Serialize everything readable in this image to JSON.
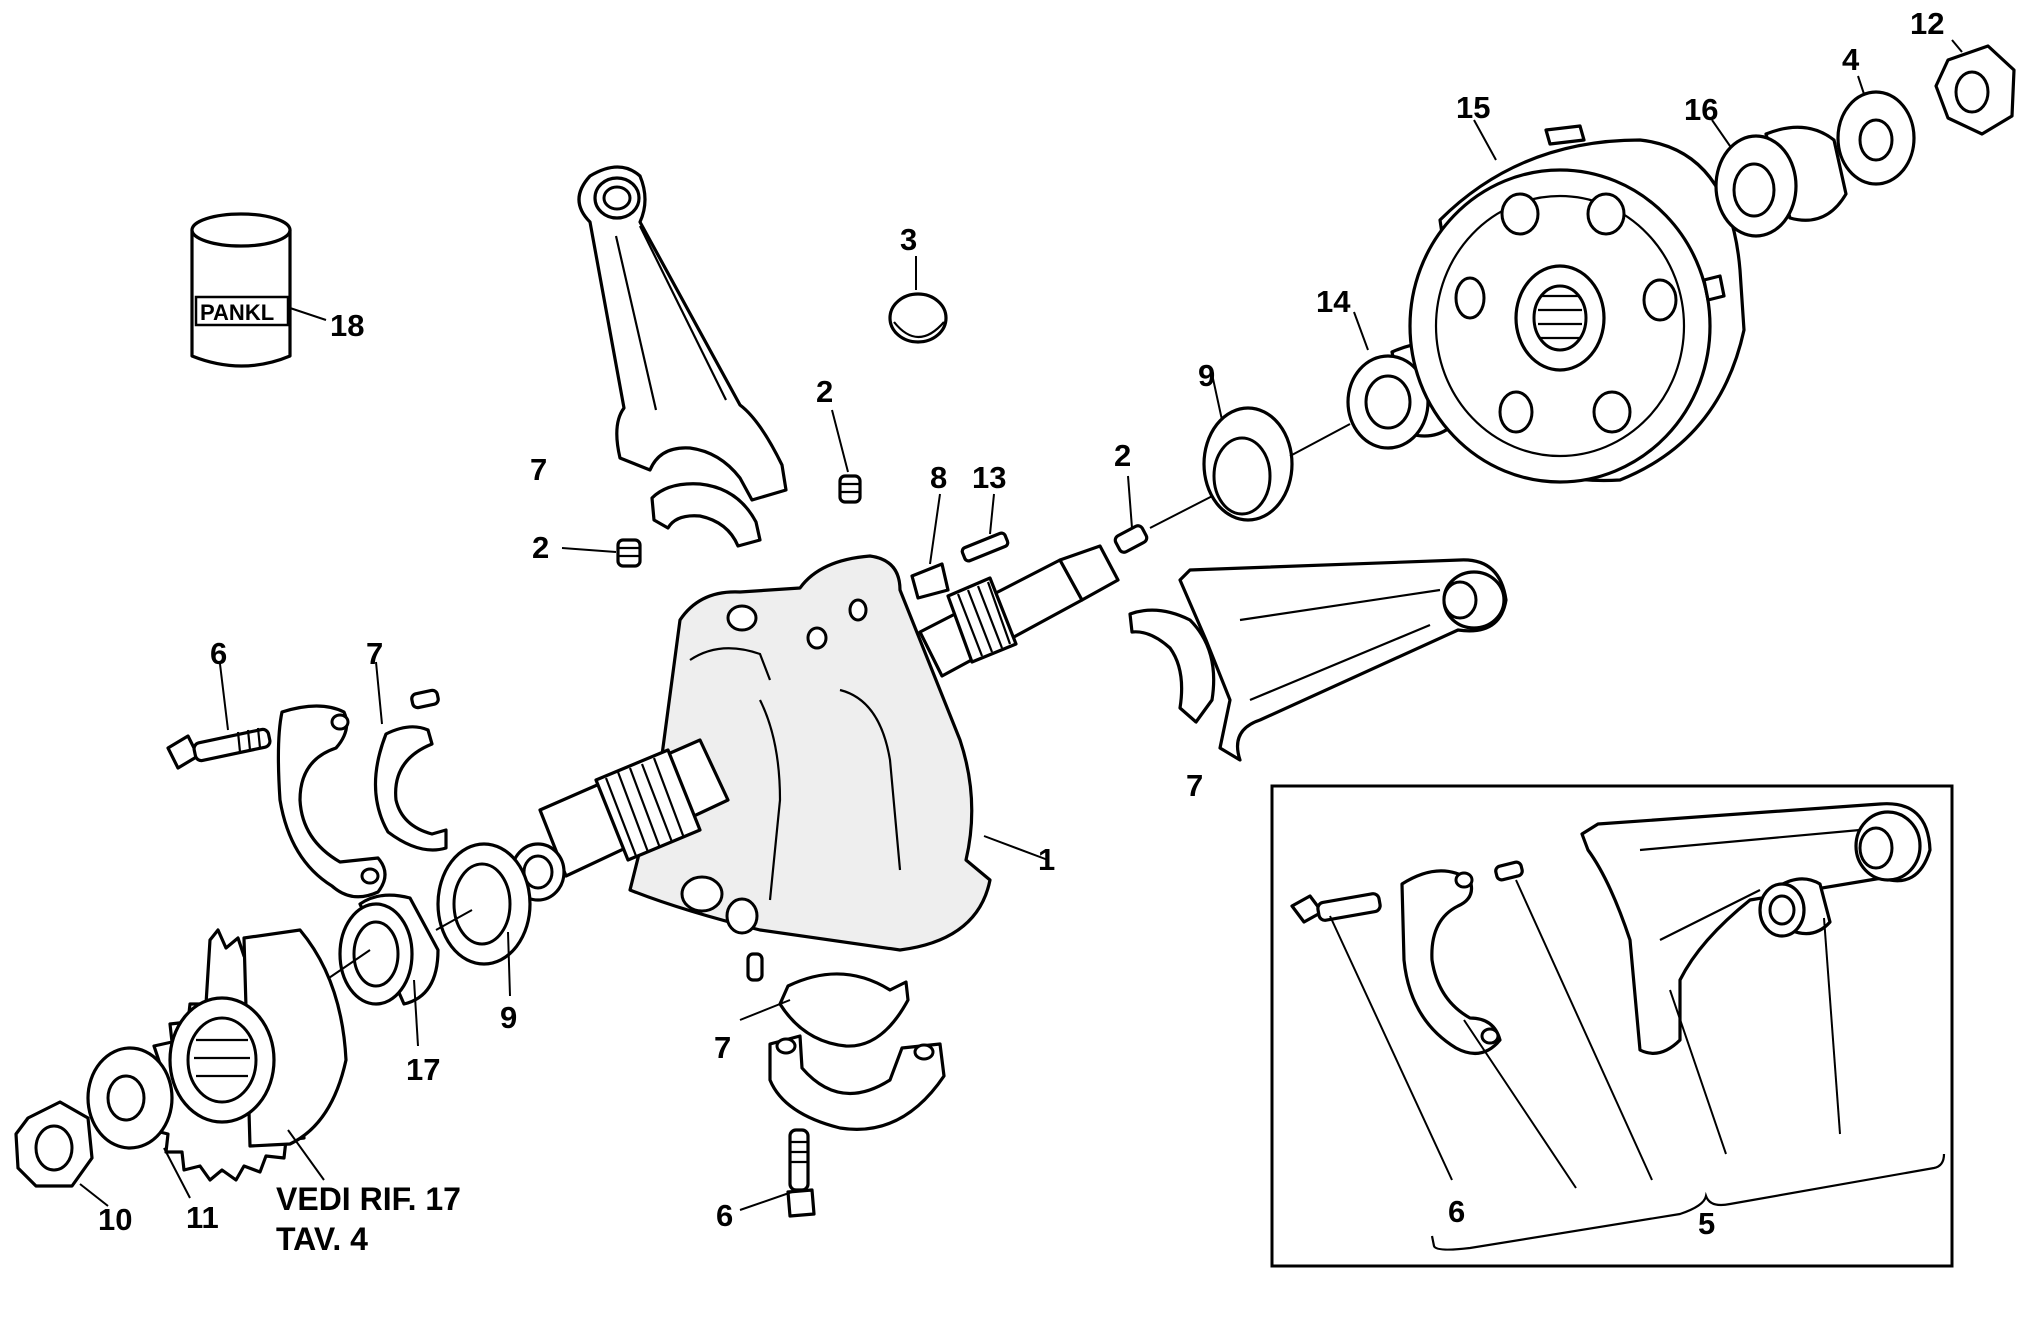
{
  "labels": {
    "l1": "1",
    "l2a": "2",
    "l2b": "2",
    "l2c": "2",
    "l3": "3",
    "l4": "4",
    "l5": "5",
    "l6a": "6",
    "l6b": "6",
    "l6c": "6",
    "l7a": "7",
    "l7b": "7",
    "l7c": "7",
    "l7d": "7",
    "l8": "8",
    "l9a": "9",
    "l9b": "9",
    "l10": "10",
    "l11": "11",
    "l12": "12",
    "l13": "13",
    "l14": "14",
    "l15": "15",
    "l16": "16",
    "l17": "17",
    "l18": "18"
  },
  "reference_note": {
    "line1": "VEDI RIF. 17",
    "line2": "TAV. 4"
  },
  "brand_text": "PANKL",
  "colors": {
    "line": "#000000",
    "background": "#ffffff"
  }
}
